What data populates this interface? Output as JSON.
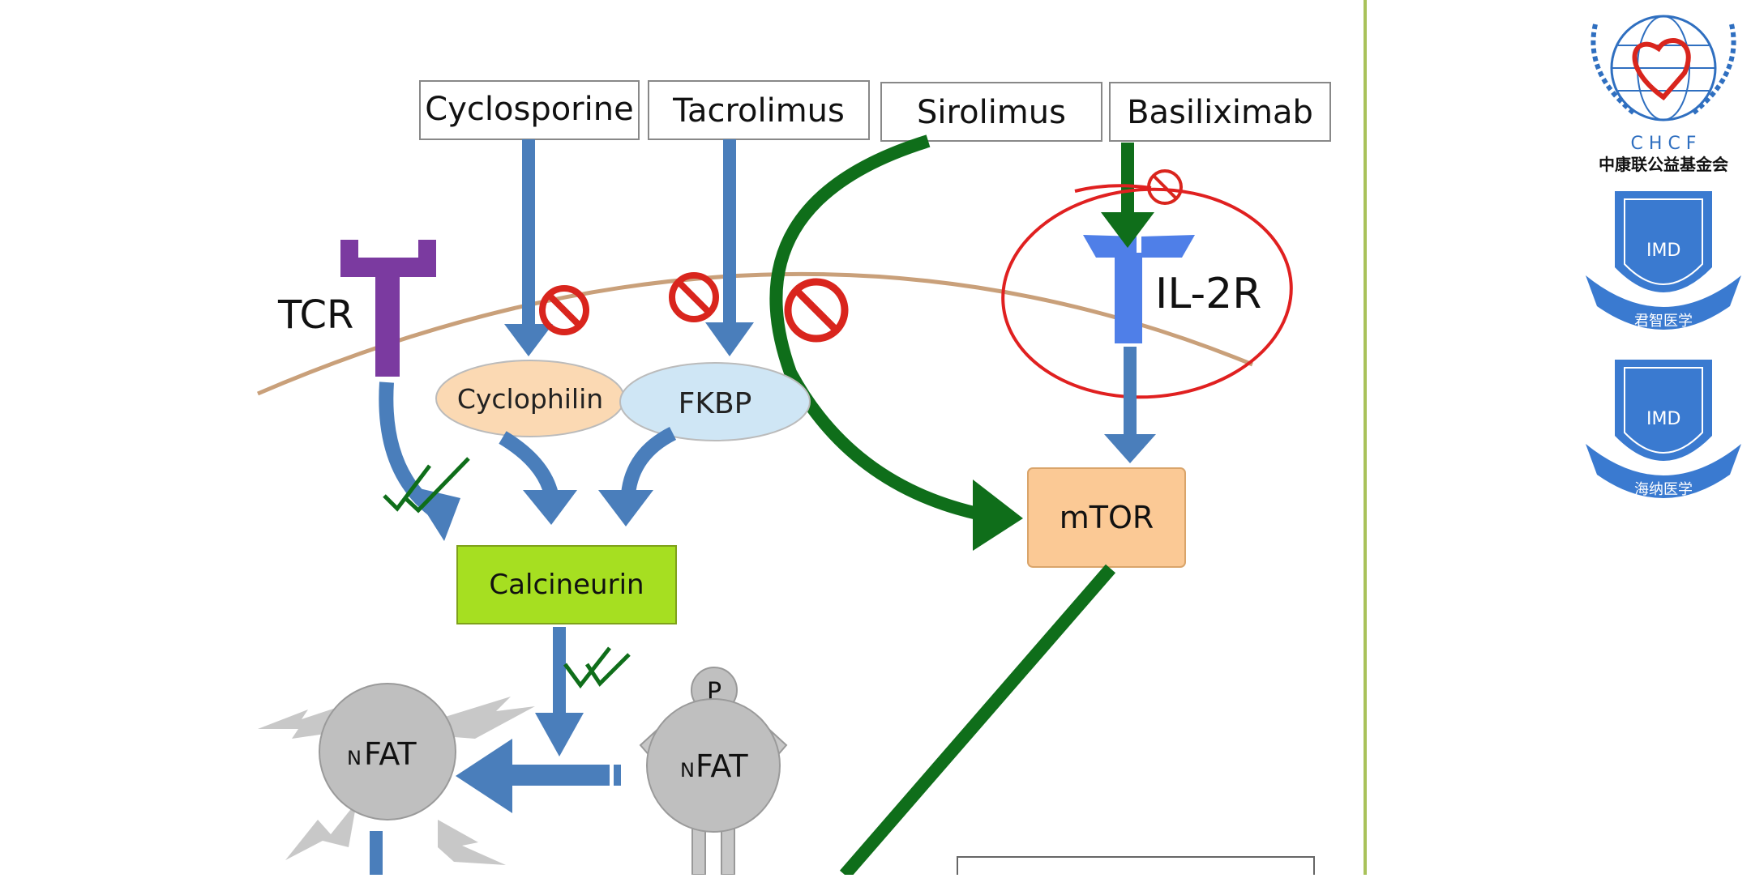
{
  "drugs": {
    "cyclosporine": "Cyclosporine",
    "tacrolimus": "Tacrolimus",
    "sirolimus": "Sirolimus",
    "basiliximab": "Basiliximab"
  },
  "receptors": {
    "tcr": "TCR",
    "il2r": "IL-2R"
  },
  "proteins": {
    "cyclophilin": "Cyclophilin",
    "fkbp": "FKBP",
    "calcineurin": "Calcineurin",
    "mtor": "mTOR"
  },
  "nfat": {
    "active_prefix": "N",
    "active_label": "FAT",
    "phospho_prefix": "N",
    "phospho_label": "FAT",
    "phosphate": "P"
  },
  "logos": {
    "chcf_abbrev": "C H C F",
    "chcf_name": "中康联公益基金会",
    "imd1_mark": "IMD",
    "imd1_name": "君智医学",
    "imd2_mark": "IMD",
    "imd2_name": "海纳医学"
  },
  "colors": {
    "blue_arrow": "#4a7ebb",
    "green_arrow": "#0f6e1a",
    "membrane": "#c9a07a",
    "tcr": "#7b3aa0",
    "il2r": "#4f7fe8",
    "cyclophilin_fill": "#fbd9b3",
    "fkbp_fill": "#cfe6f5",
    "calcineurin_fill": "#a6df21",
    "mtor_fill": "#fbc995",
    "nfat_fill": "#bfbfbf",
    "inhibit_red": "#d9251d",
    "annotation_red": "#e02020",
    "logo_blue": "#2f6fc0"
  },
  "icons": [
    "inhibit-icon",
    "checkmark-icon",
    "lightning-icon"
  ]
}
